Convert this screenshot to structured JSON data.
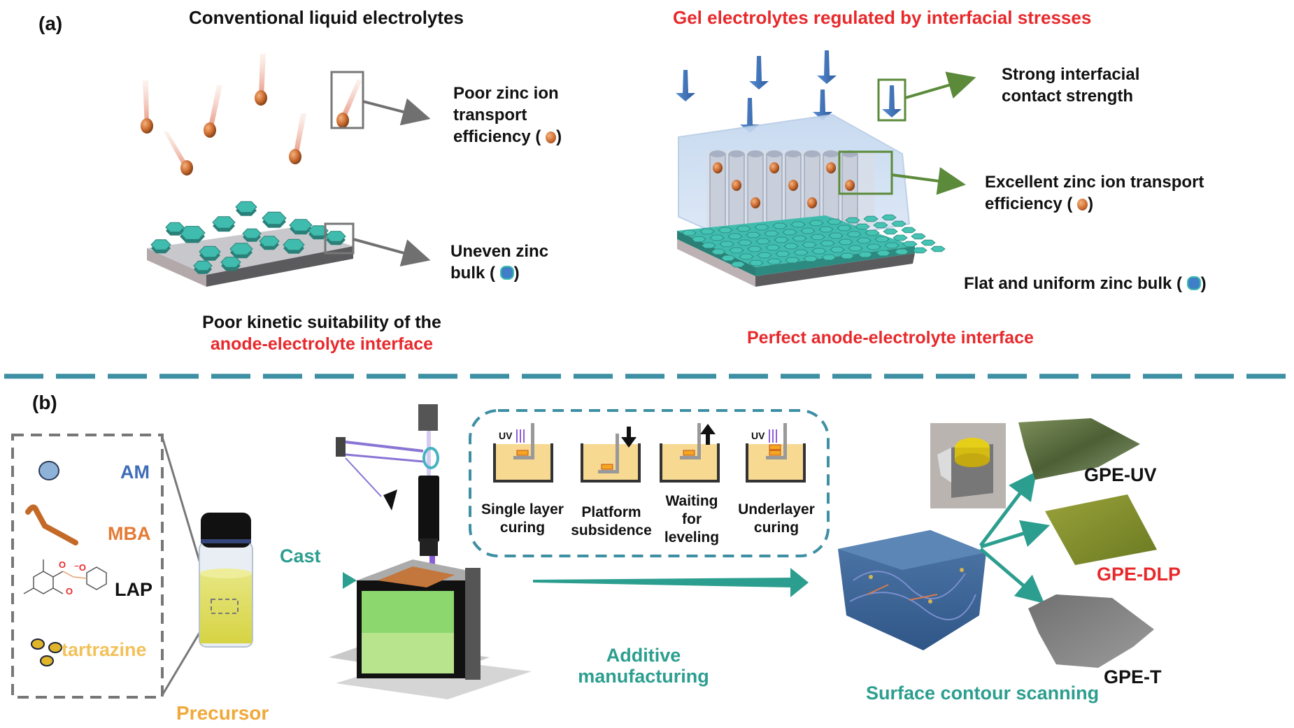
{
  "figure": {
    "panel_a": {
      "label": "(a)",
      "left": {
        "title": "Conventional liquid electrolytes",
        "callout_ions": [
          "Poor zinc ion",
          "transport",
          "efficiency ("
        ],
        "callout_ions_close": ")",
        "callout_bulk": [
          "Uneven zinc",
          "bulk ("
        ],
        "callout_bulk_close": ")",
        "caption_line1": "Poor kinetic suitability of the",
        "caption_line2": "anode-electrolyte interface"
      },
      "right": {
        "title": "Gel electrolytes regulated by interfacial stresses",
        "callout_stress": [
          "Strong interfacial",
          "contact strength"
        ],
        "callout_ions": [
          "Excellent zinc ion transport",
          "efficiency ("
        ],
        "callout_ions_close": ")",
        "callout_bulk": "Flat and uniform zinc bulk (",
        "callout_bulk_close": ")",
        "caption": "Perfect anode-electrolyte interface"
      }
    },
    "panel_b": {
      "label": "(b)",
      "components": [
        {
          "name": "AM",
          "color": "#3e6db7"
        },
        {
          "name": "MBA",
          "color": "#e47b35"
        },
        {
          "name": "LAP",
          "color": "#111111"
        },
        {
          "name": "tartrazine",
          "color": "#f2c15a"
        }
      ],
      "precursor_label": "Precursor",
      "cast_label": "Cast",
      "uv_label": "UV",
      "steps": [
        {
          "line1": "Single layer",
          "line2": "curing",
          "line3": ""
        },
        {
          "line1": "Platform",
          "line2": "subsidence",
          "line3": ""
        },
        {
          "line1": "Waiting",
          "line2": "for",
          "line3": "leveling"
        },
        {
          "line1": "Underlayer",
          "line2": "curing",
          "line3": ""
        }
      ],
      "additive_label_1": "Additive",
      "additive_label_2": "manufacturing",
      "scan_label": "Surface contour scanning",
      "outputs": [
        {
          "name": "GPE-UV",
          "color": "#111111"
        },
        {
          "name": "GPE-DLP",
          "color": "#e8292c"
        },
        {
          "name": "GPE-T",
          "color": "#111111"
        }
      ]
    },
    "colors": {
      "red": "#e8292c",
      "teal": "#2c9e8f",
      "divider": "#3d8fa3",
      "zinc_hex": "#3fbcae",
      "ion": "#c8692f",
      "stress_arrow": "#3e6db7",
      "callout_green": "#5b8a3a"
    }
  }
}
